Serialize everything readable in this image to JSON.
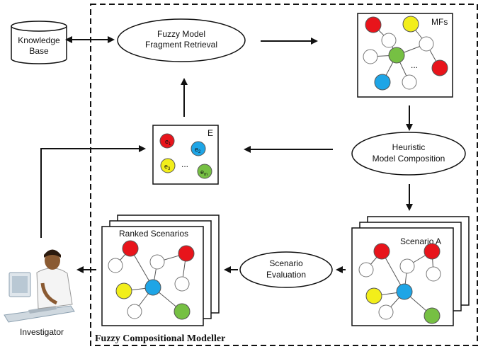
{
  "colors": {
    "red": "#e8141b",
    "yellow": "#f2ee1a",
    "green": "#76c043",
    "blue": "#1ea5e6",
    "white": "#ffffff",
    "stroke": "#111111"
  },
  "knowledge_base": {
    "line1": "Knowledge",
    "line2": "Base"
  },
  "retrieval": {
    "line1": "Fuzzy Model",
    "line2": "Fragment Retrieval"
  },
  "mfs": {
    "label": "MFs",
    "ellipsis": "..."
  },
  "heuristic": {
    "line1": "Heuristic",
    "line2": "Model Composition"
  },
  "evidence": {
    "label": "E",
    "ellipsis": "...",
    "items": [
      {
        "name": "e",
        "sub": "1",
        "color": "red"
      },
      {
        "name": "e",
        "sub": "2",
        "color": "blue"
      },
      {
        "name": "e",
        "sub": "3",
        "color": "yellow"
      },
      {
        "name": "e",
        "sub": "m",
        "color": "green"
      }
    ]
  },
  "scenario_a": {
    "label": "Scenario A"
  },
  "evaluation": {
    "line1": "Scenario",
    "line2": "Evaluation"
  },
  "ranked": {
    "label": "Ranked Scenarios"
  },
  "investigator": {
    "label": "Investigator",
    "icon": "investigator-at-computer-icon"
  },
  "frame": {
    "label": "Fuzzy Compositional Modeller"
  }
}
